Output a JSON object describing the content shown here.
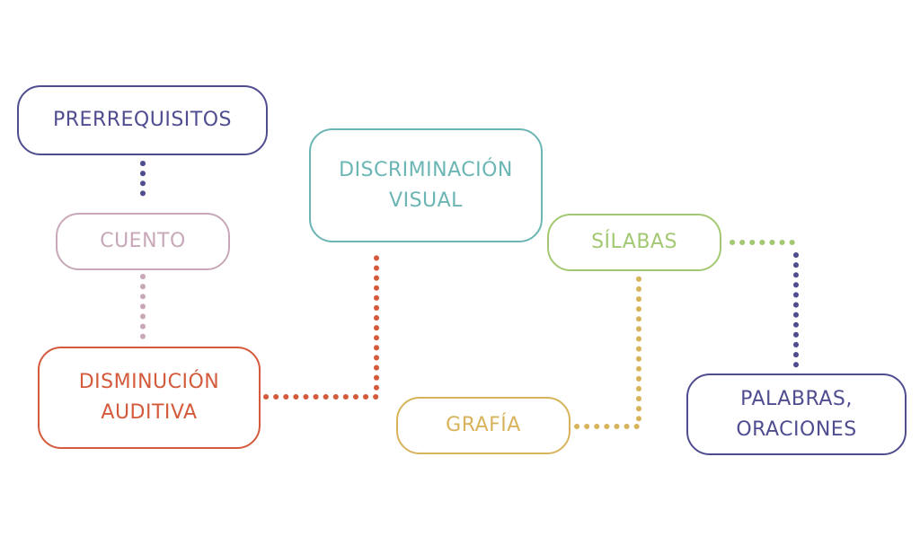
{
  "diagram": {
    "nodes": {
      "prerrequisitos": {
        "label": "PRERREQUISITOS",
        "color": "#4f4d8f"
      },
      "cuento": {
        "label": "CUENTO",
        "color": "#c8a8b8"
      },
      "disminucion": {
        "label": "DISMINUCIÓN AUDITIVA",
        "color": "#d45a3b"
      },
      "discriminacion": {
        "label": "DISCRIMINACIÓN VISUAL",
        "color": "#6bb6b4"
      },
      "silabas": {
        "label": "SÍLABAS",
        "color": "#a3c872"
      },
      "grafia": {
        "label": "GRAFÍA",
        "color": "#d7b45b"
      },
      "palabras": {
        "label": "PALABRAS, ORACIONES",
        "color": "#4f4d8f"
      }
    },
    "connectors": [
      {
        "from": "prerrequisitos",
        "to": "cuento",
        "color": "#4f4d8f"
      },
      {
        "from": "cuento",
        "to": "disminucion",
        "color": "#c8a8b8"
      },
      {
        "from": "disminucion",
        "to": "discriminacion",
        "color": "#d45a3b"
      },
      {
        "from": "grafia",
        "to": "silabas",
        "color": "#d7b45b"
      },
      {
        "from": "silabas",
        "to": "palabras",
        "color": "#a3c872",
        "color_vertical": "#4f4d8f"
      }
    ]
  }
}
